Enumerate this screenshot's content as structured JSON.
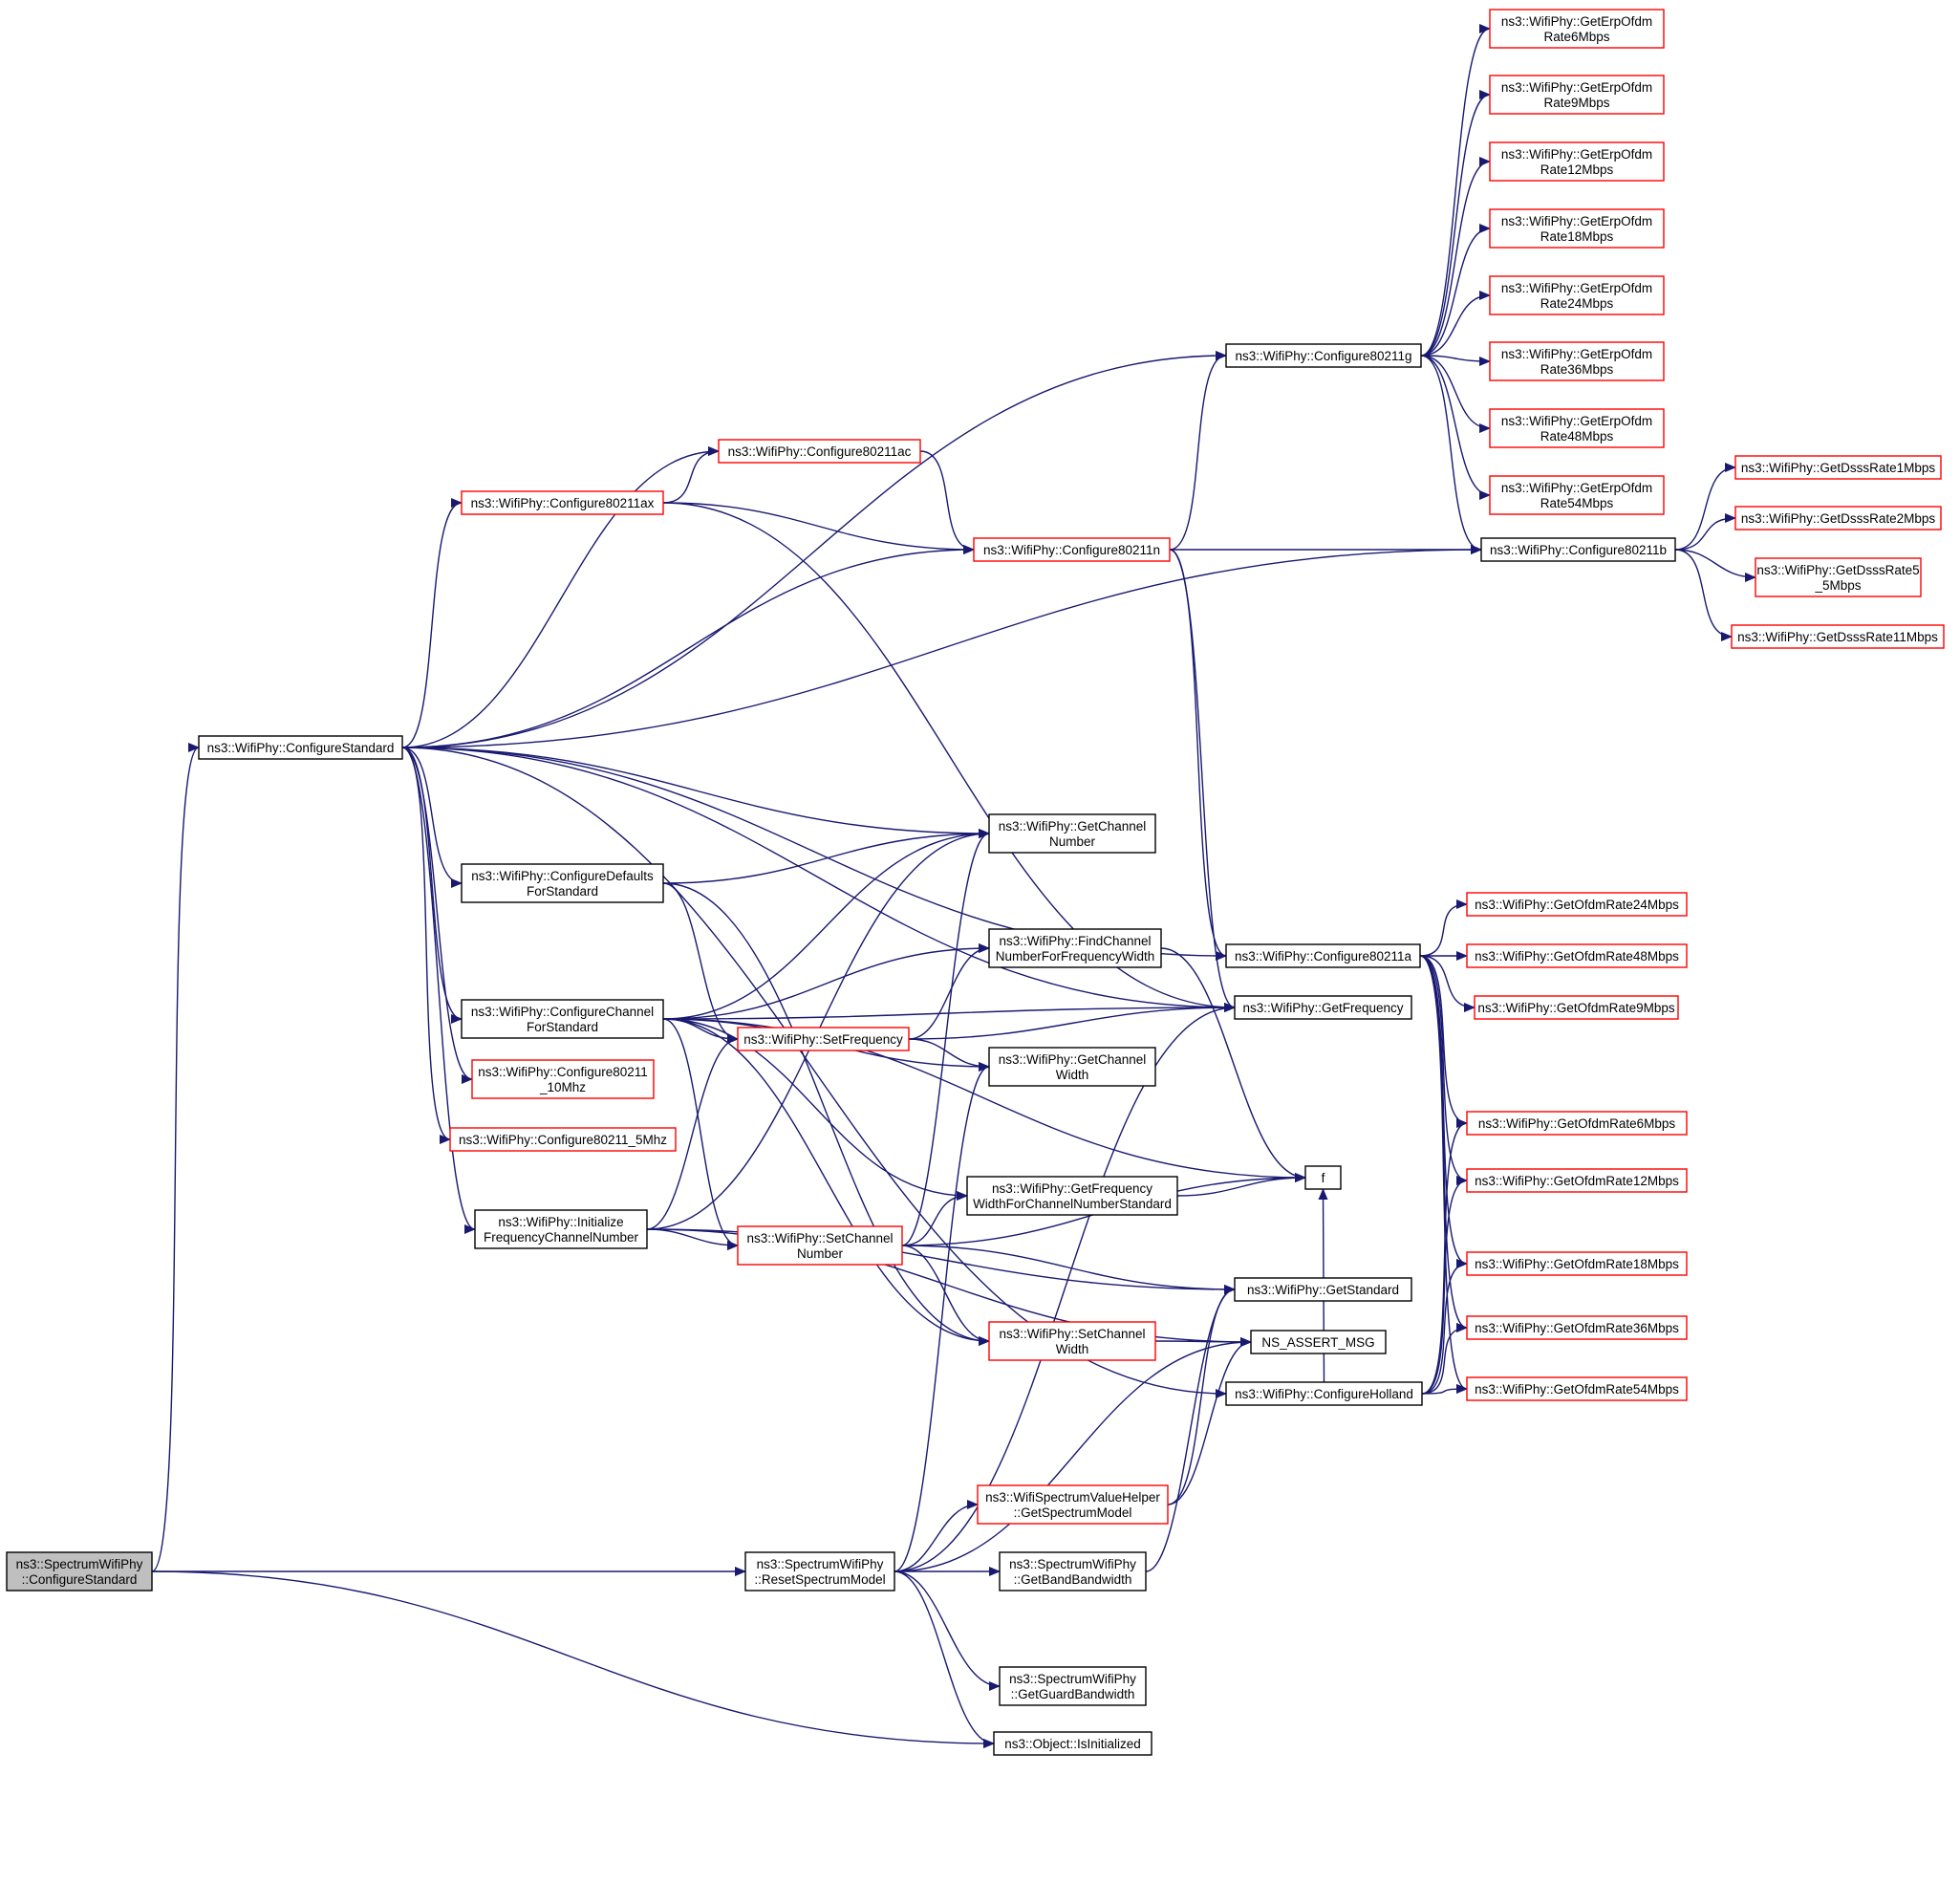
{
  "colors": {
    "edge": "#191970",
    "node_border_normal": "#000000",
    "node_border_truncated": "#ff0000",
    "node_fill_root": "#bfbfbf",
    "node_fill": "#ffffff"
  },
  "nodes": [
    {
      "id": "root",
      "lines": [
        "ns3::SpectrumWifiPhy",
        "::ConfigureStandard"
      ],
      "style": "root"
    },
    {
      "id": "cfgstd",
      "lines": [
        "ns3::WifiPhy::ConfigureStandard"
      ],
      "style": "normal"
    },
    {
      "id": "reset",
      "lines": [
        "ns3::SpectrumWifiPhy",
        "::ResetSpectrumModel"
      ],
      "style": "normal"
    },
    {
      "id": "isinit",
      "lines": [
        "ns3::Object::IsInitialized"
      ],
      "style": "normal"
    },
    {
      "id": "ax",
      "lines": [
        "ns3::WifiPhy::Configure80211ax"
      ],
      "style": "truncated"
    },
    {
      "id": "ac",
      "lines": [
        "ns3::WifiPhy::Configure80211ac"
      ],
      "style": "truncated"
    },
    {
      "id": "n",
      "lines": [
        "ns3::WifiPhy::Configure80211n"
      ],
      "style": "truncated"
    },
    {
      "id": "g",
      "lines": [
        "ns3::WifiPhy::Configure80211g"
      ],
      "style": "normal"
    },
    {
      "id": "b",
      "lines": [
        "ns3::WifiPhy::Configure80211b"
      ],
      "style": "normal"
    },
    {
      "id": "a",
      "lines": [
        "ns3::WifiPhy::Configure80211a"
      ],
      "style": "normal"
    },
    {
      "id": "holland",
      "lines": [
        "ns3::WifiPhy::ConfigureHolland"
      ],
      "style": "normal"
    },
    {
      "id": "defaults",
      "lines": [
        "ns3::WifiPhy::ConfigureDefaults",
        "ForStandard"
      ],
      "style": "normal"
    },
    {
      "id": "chanstd",
      "lines": [
        "ns3::WifiPhy::ConfigureChannel",
        "ForStandard"
      ],
      "style": "normal"
    },
    {
      "id": "c10",
      "lines": [
        "ns3::WifiPhy::Configure80211",
        "_10Mhz"
      ],
      "style": "truncated"
    },
    {
      "id": "c5",
      "lines": [
        "ns3::WifiPhy::Configure80211_5Mhz"
      ],
      "style": "truncated"
    },
    {
      "id": "initfreq",
      "lines": [
        "ns3::WifiPhy::Initialize",
        "FrequencyChannelNumber"
      ],
      "style": "normal"
    },
    {
      "id": "getchnum",
      "lines": [
        "ns3::WifiPhy::GetChannel",
        "Number"
      ],
      "style": "normal"
    },
    {
      "id": "findch",
      "lines": [
        "ns3::WifiPhy::FindChannel",
        "NumberForFrequencyWidth"
      ],
      "style": "normal"
    },
    {
      "id": "setfreq",
      "lines": [
        "ns3::WifiPhy::SetFrequency"
      ],
      "style": "truncated"
    },
    {
      "id": "getchw",
      "lines": [
        "ns3::WifiPhy::GetChannel",
        "Width"
      ],
      "style": "normal"
    },
    {
      "id": "getfreqw",
      "lines": [
        "ns3::WifiPhy::GetFrequency",
        "WidthForChannelNumberStandard"
      ],
      "style": "normal"
    },
    {
      "id": "setchnum",
      "lines": [
        "ns3::WifiPhy::SetChannel",
        "Number"
      ],
      "style": "truncated"
    },
    {
      "id": "setchw",
      "lines": [
        "ns3::WifiPhy::SetChannel",
        "Width"
      ],
      "style": "truncated"
    },
    {
      "id": "getfreq",
      "lines": [
        "ns3::WifiPhy::GetFrequency"
      ],
      "style": "normal"
    },
    {
      "id": "f",
      "lines": [
        "f"
      ],
      "style": "normal"
    },
    {
      "id": "getstd",
      "lines": [
        "ns3::WifiPhy::GetStandard"
      ],
      "style": "normal"
    },
    {
      "id": "assert",
      "lines": [
        "NS_ASSERT_MSG"
      ],
      "style": "normal"
    },
    {
      "id": "specval",
      "lines": [
        "ns3::WifiSpectrumValueHelper",
        "::GetSpectrumModel"
      ],
      "style": "truncated"
    },
    {
      "id": "bandbw",
      "lines": [
        "ns3::SpectrumWifiPhy",
        "::GetBandBandwidth"
      ],
      "style": "normal"
    },
    {
      "id": "guardbw",
      "lines": [
        "ns3::SpectrumWifiPhy",
        "::GetGuardBandwidth"
      ],
      "style": "normal"
    },
    {
      "id": "erp6",
      "lines": [
        "ns3::WifiPhy::GetErpOfdm",
        "Rate6Mbps"
      ],
      "style": "truncated"
    },
    {
      "id": "erp9",
      "lines": [
        "ns3::WifiPhy::GetErpOfdm",
        "Rate9Mbps"
      ],
      "style": "truncated"
    },
    {
      "id": "erp12",
      "lines": [
        "ns3::WifiPhy::GetErpOfdm",
        "Rate12Mbps"
      ],
      "style": "truncated"
    },
    {
      "id": "erp18",
      "lines": [
        "ns3::WifiPhy::GetErpOfdm",
        "Rate18Mbps"
      ],
      "style": "truncated"
    },
    {
      "id": "erp24",
      "lines": [
        "ns3::WifiPhy::GetErpOfdm",
        "Rate24Mbps"
      ],
      "style": "truncated"
    },
    {
      "id": "erp36",
      "lines": [
        "ns3::WifiPhy::GetErpOfdm",
        "Rate36Mbps"
      ],
      "style": "truncated"
    },
    {
      "id": "erp48",
      "lines": [
        "ns3::WifiPhy::GetErpOfdm",
        "Rate48Mbps"
      ],
      "style": "truncated"
    },
    {
      "id": "erp54",
      "lines": [
        "ns3::WifiPhy::GetErpOfdm",
        "Rate54Mbps"
      ],
      "style": "truncated"
    },
    {
      "id": "dsss1",
      "lines": [
        "ns3::WifiPhy::GetDsssRate1Mbps"
      ],
      "style": "truncated"
    },
    {
      "id": "dsss2",
      "lines": [
        "ns3::WifiPhy::GetDsssRate2Mbps"
      ],
      "style": "truncated"
    },
    {
      "id": "dsss55",
      "lines": [
        "ns3::WifiPhy::GetDsssRate5",
        "_5Mbps"
      ],
      "style": "truncated"
    },
    {
      "id": "dsss11",
      "lines": [
        "ns3::WifiPhy::GetDsssRate11Mbps"
      ],
      "style": "truncated"
    },
    {
      "id": "ofdm24",
      "lines": [
        "ns3::WifiPhy::GetOfdmRate24Mbps"
      ],
      "style": "truncated"
    },
    {
      "id": "ofdm48",
      "lines": [
        "ns3::WifiPhy::GetOfdmRate48Mbps"
      ],
      "style": "truncated"
    },
    {
      "id": "ofdm9",
      "lines": [
        "ns3::WifiPhy::GetOfdmRate9Mbps"
      ],
      "style": "truncated"
    },
    {
      "id": "ofdm6",
      "lines": [
        "ns3::WifiPhy::GetOfdmRate6Mbps"
      ],
      "style": "truncated"
    },
    {
      "id": "ofdm12",
      "lines": [
        "ns3::WifiPhy::GetOfdmRate12Mbps"
      ],
      "style": "truncated"
    },
    {
      "id": "ofdm18",
      "lines": [
        "ns3::WifiPhy::GetOfdmRate18Mbps"
      ],
      "style": "truncated"
    },
    {
      "id": "ofdm36",
      "lines": [
        "ns3::WifiPhy::GetOfdmRate36Mbps"
      ],
      "style": "truncated"
    },
    {
      "id": "ofdm54",
      "lines": [
        "ns3::WifiPhy::GetOfdmRate54Mbps"
      ],
      "style": "truncated"
    }
  ],
  "edges": [
    {
      "from": "root",
      "to": "cfgstd"
    },
    {
      "from": "root",
      "to": "reset"
    },
    {
      "from": "root",
      "to": "isinit"
    },
    {
      "from": "cfgstd",
      "to": "ax"
    },
    {
      "from": "cfgstd",
      "to": "ac"
    },
    {
      "from": "cfgstd",
      "to": "n"
    },
    {
      "from": "cfgstd",
      "to": "g"
    },
    {
      "from": "cfgstd",
      "to": "b"
    },
    {
      "from": "cfgstd",
      "to": "a"
    },
    {
      "from": "cfgstd",
      "to": "holland"
    },
    {
      "from": "cfgstd",
      "to": "getchnum"
    },
    {
      "from": "cfgstd",
      "to": "getfreq"
    },
    {
      "from": "cfgstd",
      "to": "defaults"
    },
    {
      "from": "cfgstd",
      "to": "chanstd"
    },
    {
      "from": "cfgstd",
      "to": "c10"
    },
    {
      "from": "cfgstd",
      "to": "c5"
    },
    {
      "from": "cfgstd",
      "to": "initfreq"
    },
    {
      "from": "ax",
      "to": "ac"
    },
    {
      "from": "ax",
      "to": "n"
    },
    {
      "from": "ax",
      "to": "getfreq"
    },
    {
      "from": "ac",
      "to": "n"
    },
    {
      "from": "n",
      "to": "g"
    },
    {
      "from": "n",
      "to": "b"
    },
    {
      "from": "n",
      "to": "a"
    },
    {
      "from": "n",
      "to": "getfreq"
    },
    {
      "from": "g",
      "to": "erp6"
    },
    {
      "from": "g",
      "to": "erp9"
    },
    {
      "from": "g",
      "to": "erp12"
    },
    {
      "from": "g",
      "to": "erp18"
    },
    {
      "from": "g",
      "to": "erp24"
    },
    {
      "from": "g",
      "to": "erp36"
    },
    {
      "from": "g",
      "to": "erp48"
    },
    {
      "from": "g",
      "to": "erp54"
    },
    {
      "from": "g",
      "to": "b"
    },
    {
      "from": "b",
      "to": "dsss1"
    },
    {
      "from": "b",
      "to": "dsss2"
    },
    {
      "from": "b",
      "to": "dsss55"
    },
    {
      "from": "b",
      "to": "dsss11"
    },
    {
      "from": "a",
      "to": "ofdm24"
    },
    {
      "from": "a",
      "to": "ofdm48"
    },
    {
      "from": "a",
      "to": "ofdm9"
    },
    {
      "from": "a",
      "to": "ofdm6"
    },
    {
      "from": "a",
      "to": "ofdm12"
    },
    {
      "from": "a",
      "to": "ofdm18"
    },
    {
      "from": "a",
      "to": "ofdm36"
    },
    {
      "from": "a",
      "to": "ofdm54"
    },
    {
      "from": "holland",
      "to": "ofdm6"
    },
    {
      "from": "holland",
      "to": "ofdm12"
    },
    {
      "from": "holland",
      "to": "ofdm18"
    },
    {
      "from": "holland",
      "to": "ofdm36"
    },
    {
      "from": "holland",
      "to": "ofdm54"
    },
    {
      "from": "defaults",
      "to": "getchnum"
    },
    {
      "from": "defaults",
      "to": "setfreq"
    },
    {
      "from": "defaults",
      "to": "setchw"
    },
    {
      "from": "chanstd",
      "to": "getchnum"
    },
    {
      "from": "chanstd",
      "to": "getfreq"
    },
    {
      "from": "chanstd",
      "to": "findch"
    },
    {
      "from": "chanstd",
      "to": "setfreq"
    },
    {
      "from": "chanstd",
      "to": "getchw"
    },
    {
      "from": "chanstd",
      "to": "f"
    },
    {
      "from": "chanstd",
      "to": "getfreqw"
    },
    {
      "from": "chanstd",
      "to": "setchnum"
    },
    {
      "from": "chanstd",
      "to": "setchw"
    },
    {
      "from": "initfreq",
      "to": "getchnum"
    },
    {
      "from": "initfreq",
      "to": "setfreq"
    },
    {
      "from": "initfreq",
      "to": "setchnum"
    },
    {
      "from": "initfreq",
      "to": "assert"
    },
    {
      "from": "initfreq",
      "to": "getstd"
    },
    {
      "from": "setfreq",
      "to": "findch"
    },
    {
      "from": "setfreq",
      "to": "getfreq"
    },
    {
      "from": "setfreq",
      "to": "getchw"
    },
    {
      "from": "findch",
      "to": "f"
    },
    {
      "from": "getfreqw",
      "to": "f"
    },
    {
      "from": "setchnum",
      "to": "getchnum"
    },
    {
      "from": "setchnum",
      "to": "getfreqw"
    },
    {
      "from": "setchnum",
      "to": "f"
    },
    {
      "from": "setchnum",
      "to": "getstd"
    },
    {
      "from": "setchnum",
      "to": "setchw"
    },
    {
      "from": "setchw",
      "to": "assert"
    },
    {
      "from": "reset",
      "to": "getfreq"
    },
    {
      "from": "reset",
      "to": "getchw"
    },
    {
      "from": "reset",
      "to": "specval"
    },
    {
      "from": "reset",
      "to": "bandbw"
    },
    {
      "from": "reset",
      "to": "guardbw"
    },
    {
      "from": "reset",
      "to": "isinit"
    },
    {
      "from": "reset",
      "to": "assert"
    },
    {
      "from": "specval",
      "to": "getstd"
    },
    {
      "from": "specval",
      "to": "assert"
    },
    {
      "from": "bandbw",
      "to": "getstd"
    },
    {
      "from": "holland",
      "to": "f"
    }
  ]
}
